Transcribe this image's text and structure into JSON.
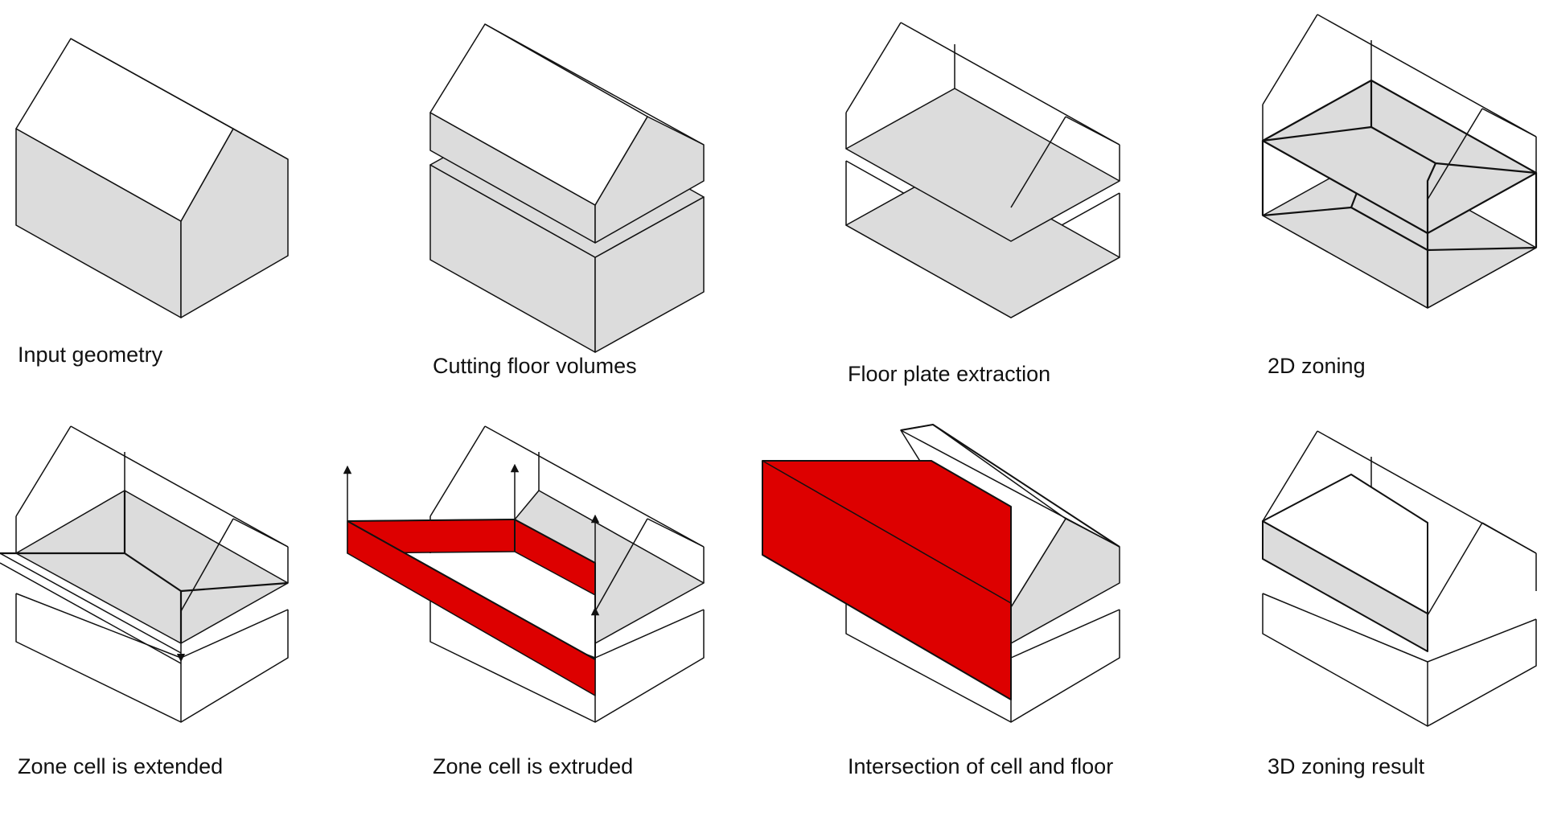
{
  "figure": {
    "panels": [
      {
        "id": "input-geometry",
        "caption": "Input geometry"
      },
      {
        "id": "cutting-floor-volumes",
        "caption": "Cutting floor volumes"
      },
      {
        "id": "floor-plate-extraction",
        "caption": "Floor plate extraction"
      },
      {
        "id": "2d-zoning",
        "caption": "2D zoning"
      },
      {
        "id": "zone-cell-extended",
        "caption": "Zone cell is extended"
      },
      {
        "id": "zone-cell-extruded",
        "caption": "Zone cell is extruded"
      },
      {
        "id": "intersection-cell-floor",
        "caption": "Intersection of cell and floor"
      },
      {
        "id": "3d-zoning-result",
        "caption": "3D zoning result"
      }
    ]
  },
  "colors": {
    "face": "#dcdcdc",
    "highlight": "#dd0000",
    "line": "#111111",
    "background": "#ffffff"
  }
}
